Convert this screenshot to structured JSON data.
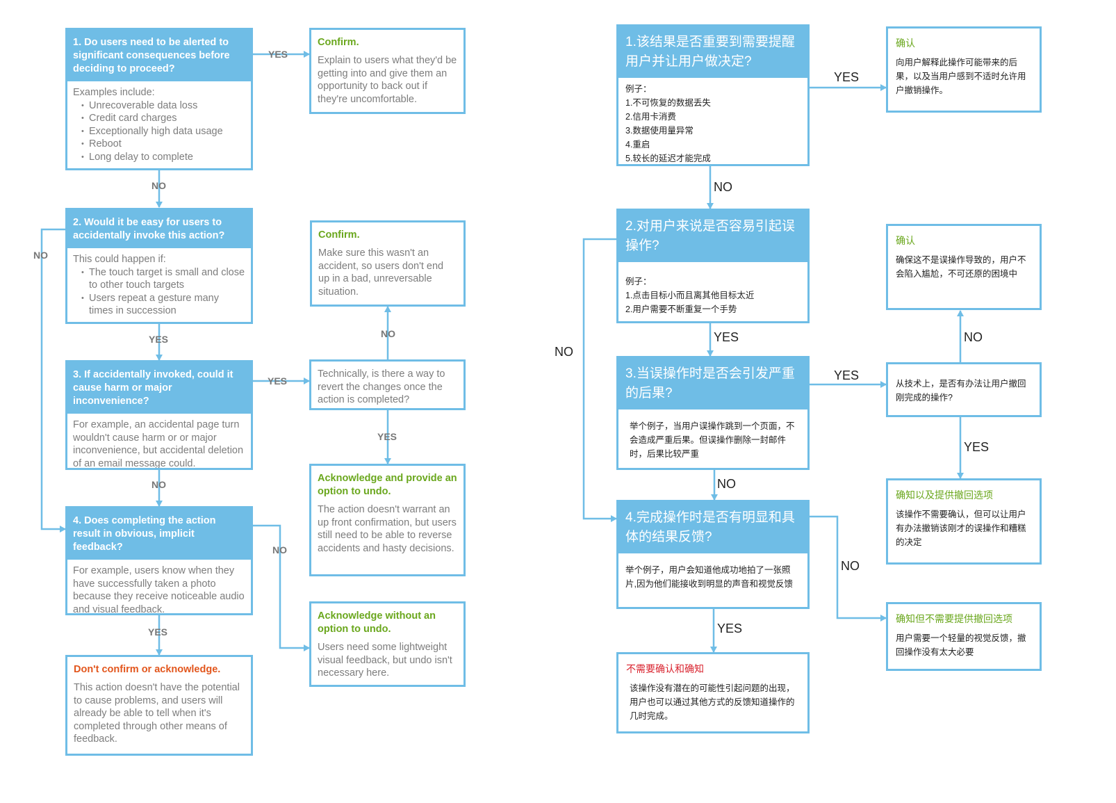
{
  "en": {
    "q1": {
      "title": "1. Do users need to be alerted to significant consequences before deciding to proceed?",
      "intro": "Examples include:",
      "items": [
        "Unrecoverable data loss",
        "Credit card charges",
        "Exceptionally high data usage",
        "Reboot",
        "Long delay to complete"
      ]
    },
    "q2": {
      "title": "2. Would it be easy for users to accidentally invoke this action?",
      "intro": "This could happen if:",
      "items": [
        "The touch target is small and close to other touch targets",
        "Users repeat a gesture many times in succession"
      ]
    },
    "q3": {
      "title": "3. If accidentally invoked, could it cause harm or major inconvenience?",
      "body": "For example, an accidental page turn wouldn't cause harm or or major inconvenience, but accidental deletion of an email message could."
    },
    "q4": {
      "title": "4. Does completing the action result in obvious, implicit feedback?",
      "body": "For example, users know when they have successfully taken a photo because they receive noticeable audio and visual feedback."
    },
    "confirm1": {
      "title": "Confirm.",
      "body": "Explain to users what they'd be getting into and give them an opportunity to back out if they're uncomfortable."
    },
    "confirm2": {
      "title": "Confirm.",
      "body": "Make sure this wasn't an accident, so users don't end up in a bad, unreversable situation."
    },
    "revert": {
      "body": "Technically, is there a way to revert the changes once the action is completed?"
    },
    "ack_undo": {
      "title": "Acknowledge and provide an option to undo.",
      "body": "The action doesn't warrant an up front confirmation, but users still need to be able to reverse accidents and hasty decisions."
    },
    "ack_no_undo": {
      "title": "Acknowledge without an option to undo.",
      "body": "Users need some lightweight visual feedback, but undo isn't necessary here."
    },
    "none": {
      "title": "Don't confirm or acknowledge.",
      "body": "This action doesn't have the potential to cause problems, and users will already be able to tell when it's completed through other means of feedback."
    },
    "labels": {
      "yes": "YES",
      "no": "NO"
    }
  },
  "zh": {
    "q1": {
      "title": "1.该结果是否重要到需要提醒用户并让用户做决定?",
      "lines": [
        "例子：",
        "1.不可恢复的数据丢失",
        "2.信用卡消费",
        "3.数据使用量异常",
        "4.重启",
        "5.较长的延迟才能完成"
      ]
    },
    "q2": {
      "title": "2.对用户来说是否容易引起误操作?",
      "lines": [
        "例子：",
        "1.点击目标小而且离其他目标太近",
        "2.用户需要不断重复一个手势"
      ]
    },
    "q3": {
      "title": "3.当误操作时是否会引发严重的后果?",
      "body": "举个例子，当用户误操作跳到一个页面，不会造成严重后果。但误操作删除一封邮件时，后果比较严重"
    },
    "q4": {
      "title": "4.完成操作时是否有明显和具体的结果反馈?",
      "body": "举个例子，用户会知道他成功地拍了一张照片,因为他们能接收到明显的声音和视觉反馈"
    },
    "confirm1": {
      "title": "确认",
      "body": "向用户解释此操作可能带来的后果，以及当用户感到不适时允许用户撤销操作。"
    },
    "confirm2": {
      "title": "确认",
      "body": "确保这不是误操作导致的，用户不会陷入尴尬，不可还原的困境中"
    },
    "revert": {
      "body": "从技术上，是否有办法让用户撤回刚完成的操作?"
    },
    "ack_undo": {
      "title": "确知以及提供撤回选项",
      "body": "该操作不需要确认，但可以让用户有办法撤销该刚才的误操作和糟糕的决定"
    },
    "ack_no_undo": {
      "title": "确知但不需要提供撤回选项",
      "body": "用户需要一个轻量的视觉反馈，撤回操作没有太大必要"
    },
    "none": {
      "title": "不需要确认和确知",
      "body": "该操作没有潜在的可能性引起问题的出现，用户也可以通过其他方式的反馈知道操作的几时完成。"
    },
    "labels": {
      "yes": "YES",
      "no": "NO"
    }
  },
  "colors": {
    "blue": "#6fbde6",
    "green": "#6aa71d",
    "orange": "#e2561d",
    "red": "#d9232e"
  }
}
